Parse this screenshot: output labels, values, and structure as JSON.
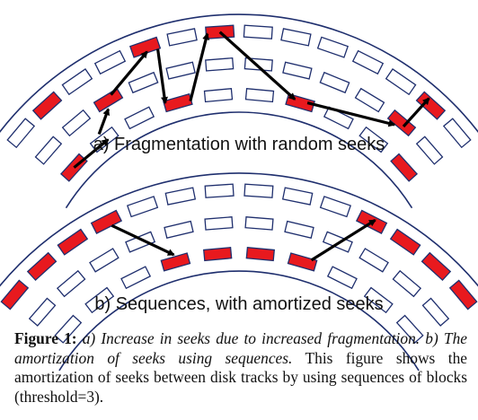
{
  "panel_a": {
    "caption": "a) Fragmentation with random seeks"
  },
  "panel_b": {
    "caption": "b) Sequences, with amortized seeks"
  },
  "figure_caption": {
    "label": "Figure 1:",
    "part_a": "a) Increase in seeks due to increased fragmentation.",
    "part_b": "b) The amortization of seeks using sequences.",
    "text": "This figure shows the amortization of seeks between disk tracks by using sequences of blocks (threshold=3)."
  },
  "colors": {
    "used_block": "#e8191e",
    "free_block": "#ffffff",
    "block_outline": "#1f2f6e",
    "arc": "#1f2f6e",
    "seek_arrow": "#000000"
  }
}
